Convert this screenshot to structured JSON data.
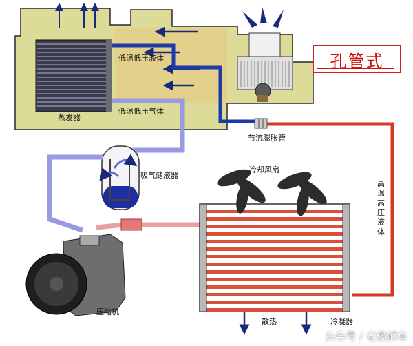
{
  "title": "孔管式",
  "labels": {
    "low_temp_liquid": "低温低压液体",
    "low_temp_gas": "低温低压气体",
    "evaporator": "蒸发器",
    "orifice_tube": "节流膨胀管",
    "accumulator": "吸气储液器",
    "cooling_fan": "冷却风扇",
    "high_temp_liquid": "高温高压液体",
    "compressor": "压缩机",
    "heat_dissipation": "散热",
    "condenser": "冷凝器"
  },
  "watermark": "头条号 / 老侯解车",
  "colors": {
    "housing": "#dcdc98",
    "low_pressure_line": "#1e3aa8",
    "gas_line": "#9a9ae2",
    "high_pressure_line": "#d23a2a",
    "condenser_tube": "#d9503a",
    "airflow_arrow": "#1a2a7a"
  }
}
